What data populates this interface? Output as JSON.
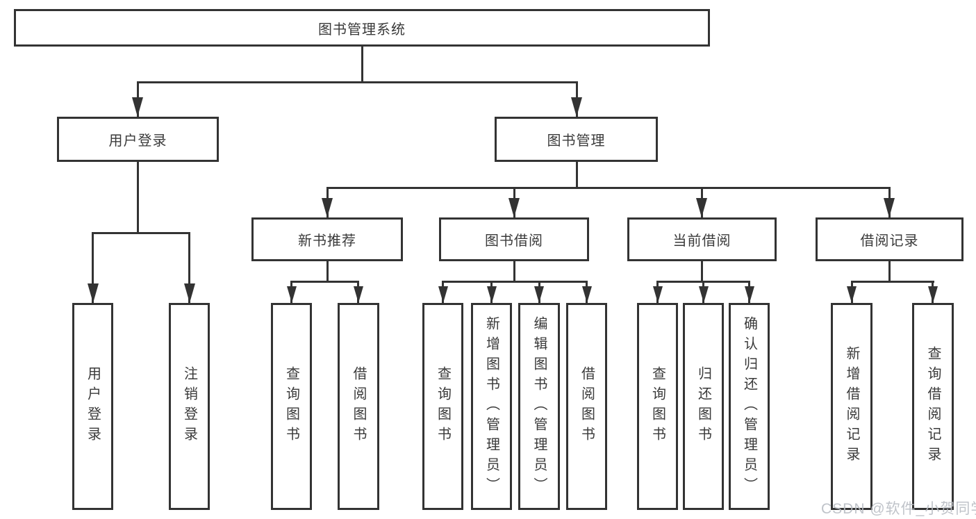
{
  "diagram": {
    "root": {
      "label": "图书管理系统"
    },
    "level2": {
      "user_login": {
        "label": "用户登录"
      },
      "book_mgmt": {
        "label": "图书管理"
      }
    },
    "level3": {
      "new_books": {
        "label": "新书推荐"
      },
      "book_borrow": {
        "label": "图书借阅"
      },
      "current_borrow": {
        "label": "当前借阅"
      },
      "borrow_records": {
        "label": "借阅记录"
      }
    },
    "leaves": {
      "login": "用户登录",
      "logout": "注销登录",
      "nb_query": "查询图书",
      "nb_borrow": "借阅图书",
      "bb_query": "查询图书",
      "bb_add": "新增图书（管理员）",
      "bb_edit": "编辑图书（管理员）",
      "bb_borrow": "借阅图书",
      "cb_query": "查询图书",
      "cb_return": "归还图书",
      "cb_confirm": "确认归还（管理员）",
      "br_add": "新增借阅记录",
      "br_query": "查询借阅记录"
    },
    "colors": {
      "line": "#333333",
      "text": "#3a3a3a",
      "background": "#ffffff",
      "watermark": "#b9bdc4"
    }
  },
  "watermark": {
    "text": "CSDN @软件_小贺同学"
  }
}
